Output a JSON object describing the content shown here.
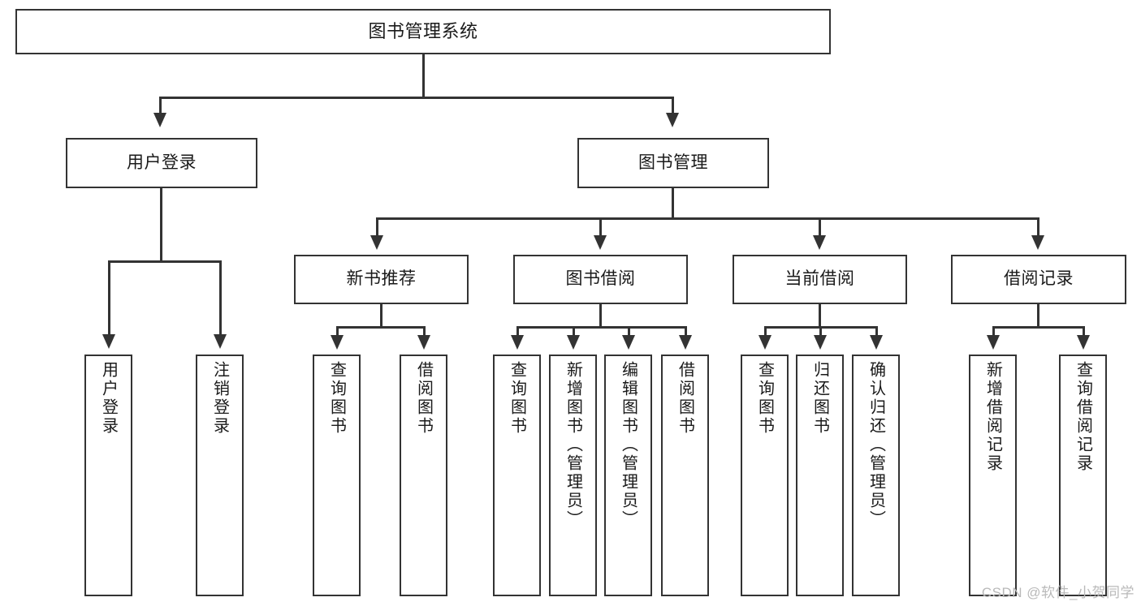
{
  "diagram": {
    "title": "图书管理系统",
    "watermark": "CSDN @软件_小贺同学",
    "levels": {
      "root": {
        "label": "图书管理系统"
      },
      "level2": [
        {
          "label": "用户登录"
        },
        {
          "label": "图书管理"
        }
      ],
      "level3": [
        {
          "label": "新书推荐"
        },
        {
          "label": "图书借阅"
        },
        {
          "label": "当前借阅"
        },
        {
          "label": "借阅记录"
        }
      ],
      "leaves": {
        "user_login": [
          {
            "label": "用户登录"
          },
          {
            "label": "注销登录"
          }
        ],
        "new_book_recommend": [
          {
            "label": "查询图书"
          },
          {
            "label": "借阅图书"
          }
        ],
        "book_borrow": [
          {
            "label": "查询图书"
          },
          {
            "label": "新增图书（管理员）"
          },
          {
            "label": "编辑图书（管理员）"
          },
          {
            "label": "借阅图书"
          }
        ],
        "current_borrow": [
          {
            "label": "查询图书"
          },
          {
            "label": "归还图书"
          },
          {
            "label": "确认归还（管理员）"
          }
        ],
        "borrow_record": [
          {
            "label": "新增借阅记录"
          },
          {
            "label": "查询借阅记录"
          }
        ]
      }
    },
    "colors": {
      "stroke": "#333333",
      "fill": "#ffffff",
      "text": "#1a1a1a",
      "watermark": "#b9b9b9"
    }
  }
}
